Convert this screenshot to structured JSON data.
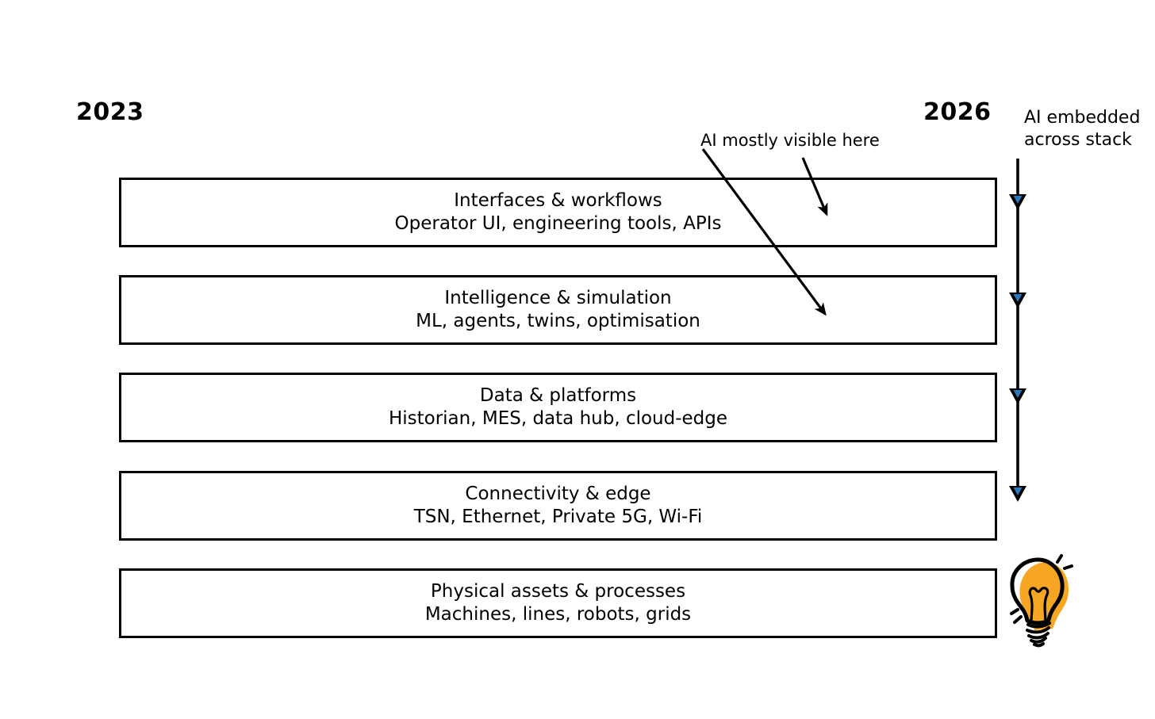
{
  "page": {
    "background": "#ffffff"
  },
  "timeline": {
    "start_year": "2023",
    "end_year": "2026"
  },
  "annotations": {
    "ai_visible_label": "AI mostly visible here",
    "ai_embedded_label": "AI embedded across stack"
  },
  "stack": {
    "layers": [
      {
        "title": "Interfaces & workflows",
        "subtitle": "Operator UI, engineering tools, APIs"
      },
      {
        "title": "Intelligence & simulation",
        "subtitle": "ML, agents, twins, optimisation"
      },
      {
        "title": "Data & platforms",
        "subtitle": "Historian, MES, data hub, cloud-edge"
      },
      {
        "title": "Connectivity & edge",
        "subtitle": "TSN, Ethernet, Private 5G, Wi-Fi"
      },
      {
        "title": "Physical assets & processes",
        "subtitle": "Machines, lines, robots, grids"
      }
    ]
  },
  "icons": {
    "lightbulb": "lightbulb-icon"
  },
  "colors": {
    "ink": "#000000",
    "arrowhead_fill": "#2878BE",
    "bulb_orange": "#F6A623",
    "background": "#ffffff"
  }
}
